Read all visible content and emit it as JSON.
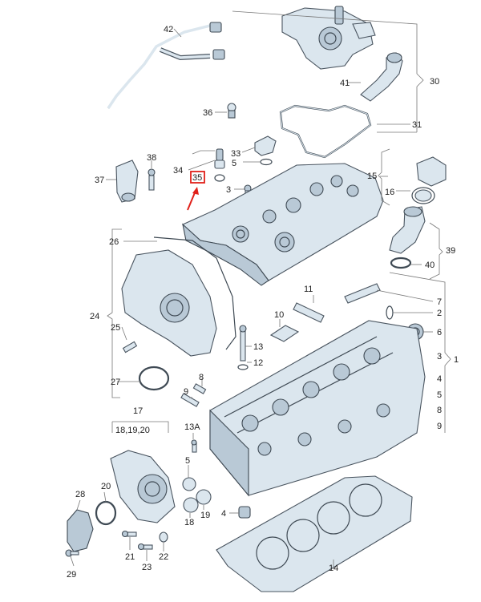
{
  "labels": {
    "p1": "1",
    "p2": "2",
    "p3": "3",
    "p4": "4",
    "p5": "5",
    "p6": "6",
    "p7": "7",
    "p8": "8",
    "p9": "9",
    "p10": "10",
    "p11": "11",
    "p12": "12",
    "p13": "13",
    "p13a": "13A",
    "p14": "14",
    "p15": "15",
    "p16": "16",
    "p17": "17",
    "p18_19_20": "18,19,20",
    "p18": "18",
    "p19": "19",
    "p20": "20",
    "p21": "21",
    "p22": "22",
    "p23": "23",
    "p24": "24",
    "p25": "25",
    "p26": "26",
    "p27": "27",
    "p28": "28",
    "p29": "29",
    "p30": "30",
    "p31": "31",
    "p33": "33",
    "p34": "34",
    "p35": "35",
    "p36": "36",
    "p37": "37",
    "p38": "38",
    "p39": "39",
    "p40": "40",
    "p41": "41",
    "p42": "42",
    "right_col_3": "3",
    "right_col_4": "4",
    "right_col_5": "5",
    "right_col_8": "8",
    "right_col_9": "9",
    "p_9b": "9",
    "p_8b": "8",
    "p_5b": "5",
    "p_4b": "4",
    "p_3b": "3",
    "p_7b": "7"
  },
  "highlight": {
    "part": "35",
    "color": "#e0201a"
  }
}
